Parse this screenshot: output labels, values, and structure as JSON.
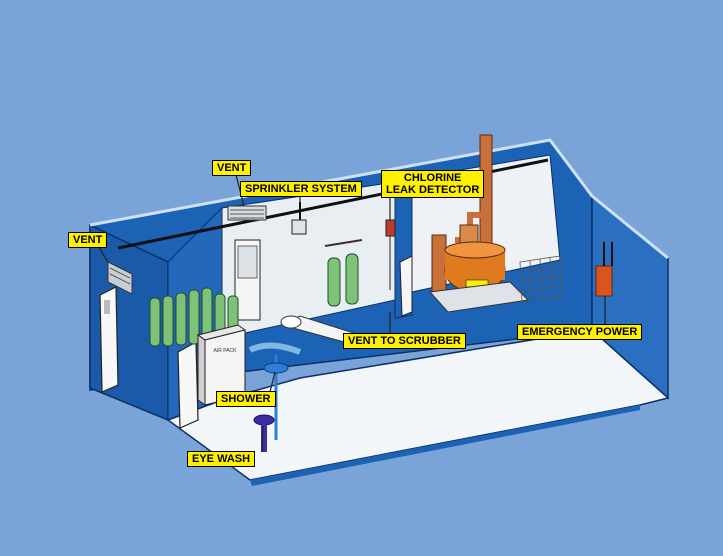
{
  "labels": {
    "vent_top": "VENT",
    "sprinkler": "SPRINKLER SYSTEM",
    "chlorine_line1": "CHLORINE",
    "chlorine_line2": "LEAK DETECTOR",
    "vent_left": "VENT",
    "vent_scrubber": "VENT TO SCRUBBER",
    "emergency_power": "EMERGENCY POWER",
    "shower": "SHOWER",
    "eye_wash": "EYE WASH"
  },
  "cabinet_text": "AIR PACK",
  "colors": {
    "background": "#7aa3d8",
    "wall_blue": "#1d63b5",
    "floor": "#f3f6f8",
    "callout": "#ffef00",
    "pipe_copper": "#c8703a",
    "tank_orange": "#e07a1e",
    "cylinder_green": "#7ec27a"
  }
}
